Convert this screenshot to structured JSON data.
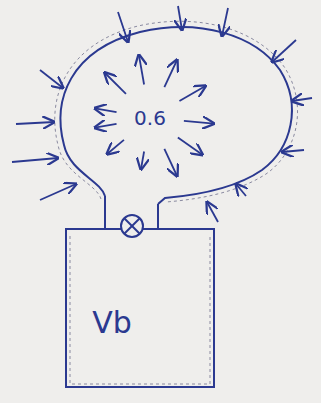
{
  "diagram": {
    "nodes": [
      {
        "text": [
          "0.6"
        ]
      },
      {
        "text": [
          "Vb"
        ]
      }
    ],
    "edges": [
      {
        "from": 0,
        "to": 1,
        "arrow": "none"
      }
    ]
  }
}
